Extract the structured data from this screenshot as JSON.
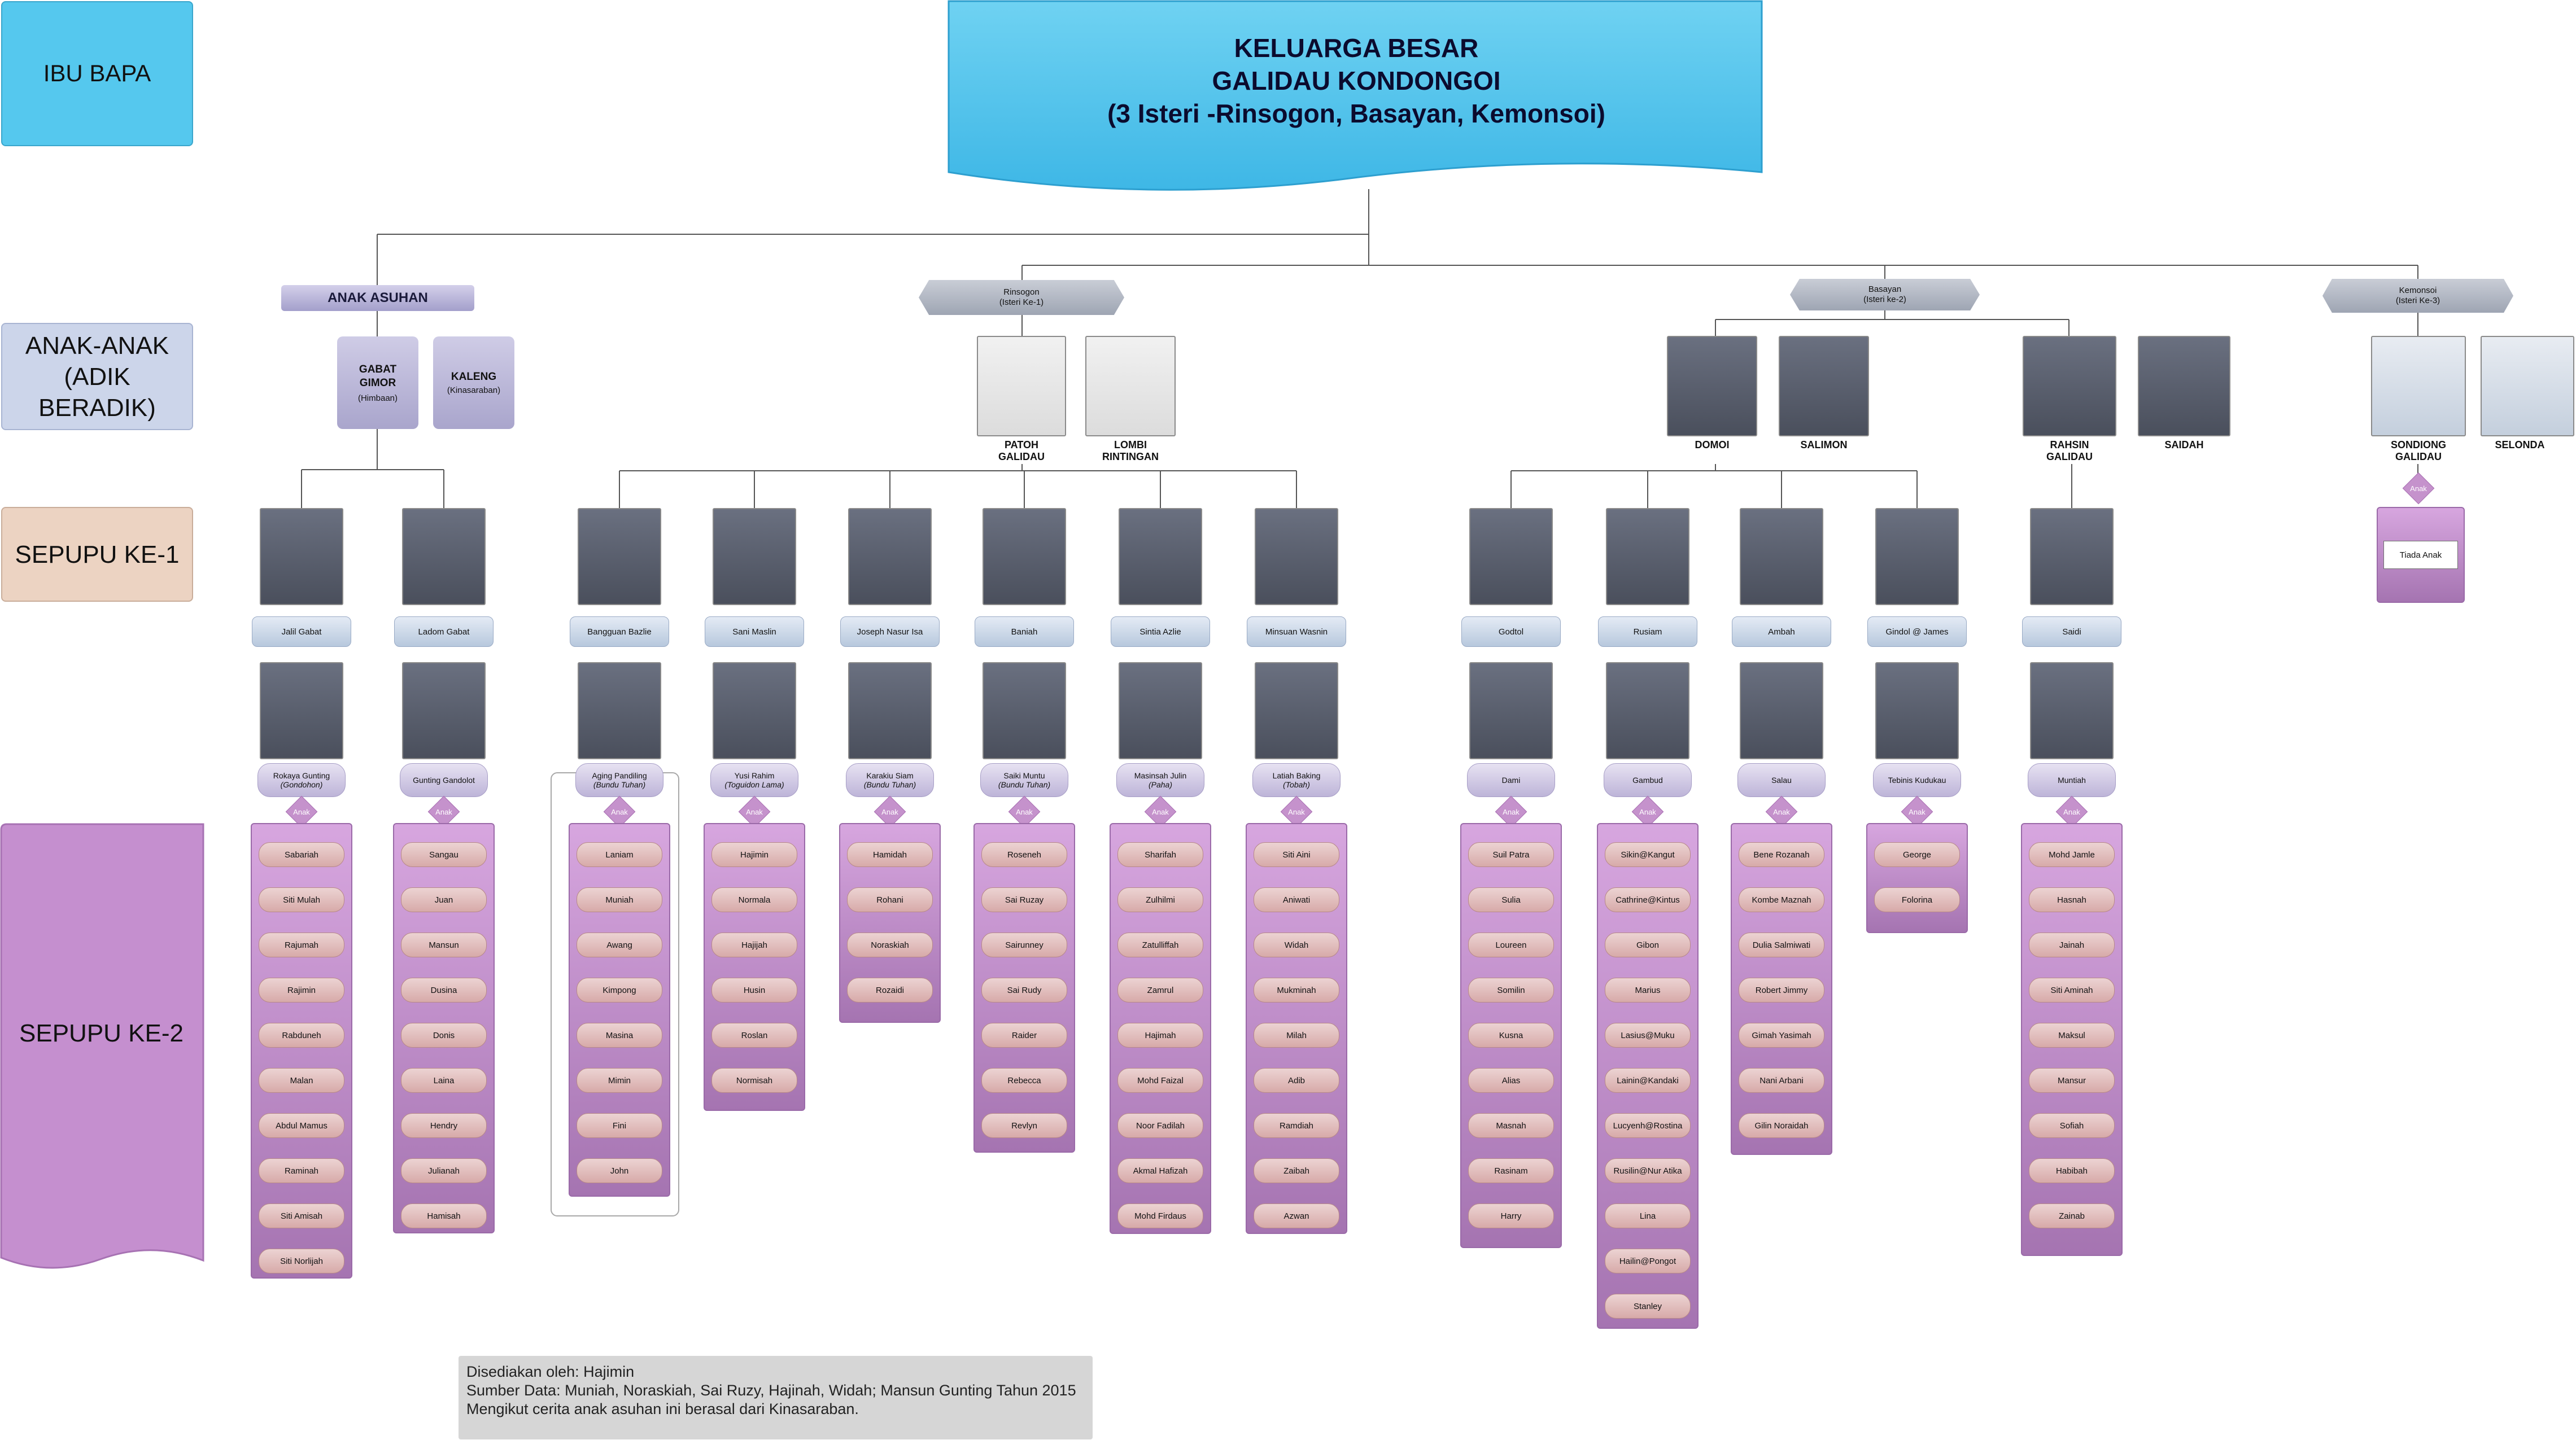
{
  "title": {
    "line1": "KELUARGA BESAR",
    "line2": "GALIDAU KONDONGOI",
    "line3": "(3 Isteri -Rinsogon, Basayan, Kemonsoi)"
  },
  "generation_labels": [
    {
      "text": "IBU BAPA",
      "color": "#55c8ee"
    },
    {
      "text": "ANAK-ANAK\n(ADIK\nBERADIK)",
      "color": "#ccd5ea"
    },
    {
      "text": "SEPUPU KE-1",
      "color": "#ecd3c2"
    },
    {
      "text": "SEPUPU  KE-2",
      "color": "#c58fcf"
    }
  ],
  "wives": [
    {
      "name": "Rinsogon",
      "order": "(Isteri Ke-1)"
    },
    {
      "name": "Basayan",
      "order": "(Isteri ke-2)"
    },
    {
      "name": "Kemonsoi",
      "order": "(Isteri Ke-3)"
    }
  ],
  "anak_asuhan": {
    "label": "ANAK ASUHAN",
    "members": [
      {
        "name": "GABAT\nGIMOR",
        "place": "(Himbaan)"
      },
      {
        "name": "KALENG",
        "place": "(Kinasaraban)"
      }
    ]
  },
  "children": [
    {
      "name": "PATOH\nGALIDAU",
      "photo": "light"
    },
    {
      "name": "LOMBI\nRINTINGAN",
      "photo": "light"
    },
    {
      "name": "DOMOI",
      "photo": "dark"
    },
    {
      "name": "SALIMON",
      "photo": "dark"
    },
    {
      "name": "RAHSIN\nGALIDAU",
      "photo": "dark"
    },
    {
      "name": "SAIDAH",
      "photo": "dark"
    },
    {
      "name": "SONDIONG\nGALIDAU",
      "photo": "hide"
    },
    {
      "name": "SELONDA",
      "photo": "hide"
    }
  ],
  "anak_label": "Anak",
  "families": [
    {
      "name": "Jalil Gabat",
      "spouse": "Rokaya Gunting",
      "spouse_note": "(Gondohon)",
      "kids": [
        "Sabariah",
        "Siti Mulah",
        "Rajumah",
        "Rajimin",
        "Rabduneh",
        "Malan",
        "Abdul Mamus",
        "Raminah",
        "Siti Amisah",
        "Siti Norlijah"
      ]
    },
    {
      "name": "Ladom Gabat",
      "spouse": "Gunting Gandolot",
      "spouse_note": "",
      "kids": [
        "Sangau",
        "Juan",
        "Mansun",
        "Dusina",
        "Donis",
        "Laina",
        "Hendry",
        "Julianah",
        "Hamisah"
      ]
    },
    {
      "name": "Bangguan Bazlie",
      "spouse": "Aging Pandiling",
      "spouse_note": "(Bundu Tuhan)",
      "kids": [
        "Laniam",
        "Muniah",
        "Awang",
        "Kimpong",
        "Masina",
        "Mimin",
        "Fini",
        "John"
      ]
    },
    {
      "name": "Sani Maslin",
      "spouse": "Yusi Rahim",
      "spouse_note": "(Toguidon Lama)",
      "kids": [
        "Hajimin",
        "Normala",
        "Hajijah",
        "Husin",
        "Roslan",
        "Normisah"
      ]
    },
    {
      "name": "Joseph Nasur Isa",
      "spouse": "Karakiu Siam",
      "spouse_note": "(Bundu Tuhan)",
      "kids": [
        "Hamidah",
        "Rohani",
        "Noraskiah",
        "Rozaidi"
      ]
    },
    {
      "name": "Baniah",
      "spouse": "Saiki Muntu",
      "spouse_note": "(Bundu Tuhan)",
      "kids": [
        "Roseneh",
        "Sai Ruzay",
        "Sairunney",
        "Sai Rudy",
        "Raider",
        "Rebecca",
        "Revlyn"
      ]
    },
    {
      "name": "Sintia Azlie",
      "spouse": "Masinsah Julin",
      "spouse_note": "(Paha)",
      "kids": [
        "Sharifah",
        "Zulhilmi",
        "Zatulliffah",
        "Zamrul",
        "Hajimah",
        "Mohd Faizal",
        "Noor Fadilah",
        "Akmal Hafizah",
        "Mohd Firdaus"
      ]
    },
    {
      "name": "Minsuan Wasnin",
      "spouse": "Latiah Baking",
      "spouse_note": "(Tobah)",
      "kids": [
        "Siti Aini",
        "Aniwati",
        "Widah",
        "Mukminah",
        "Milah",
        "Adib",
        "Ramdiah",
        "Zaibah",
        "Azwan"
      ]
    },
    {
      "name": "Godtol",
      "spouse": "Dami",
      "spouse_note": "",
      "kids": [
        "Suil Patra",
        "Sulia",
        "Loureen",
        "Somilin",
        "Kusna",
        "Alias",
        "Masnah",
        "Rasinam",
        "Harry"
      ]
    },
    {
      "name": "Rusiam",
      "spouse": "Gambud",
      "spouse_note": "",
      "kids": [
        "Sikin@Kangut",
        "Cathrine@Kintus",
        "Gibon",
        "Marius",
        "Lasius@Muku",
        "Lainin@Kandaki",
        "Lucyenh@Rostina",
        "Rusilin@Nur Atika",
        "Lina",
        "Hailin@Pongot",
        "Stanley"
      ]
    },
    {
      "name": "Ambah",
      "spouse": "Salau",
      "spouse_note": "",
      "kids": [
        "Bene Rozanah",
        "Kombe Maznah",
        "Dulia Salmiwati",
        "Robert Jimmy",
        "Gimah Yasimah",
        "Nani Arbani",
        "Gilin Noraidah"
      ]
    },
    {
      "name": "Gindol @ James",
      "spouse": "Tebinis Kudukau",
      "spouse_note": "",
      "kids": [
        "George",
        "Folorina"
      ]
    },
    {
      "name": "Saidi",
      "spouse": "Muntiah",
      "spouse_note": "",
      "kids": [
        "Mohd Jamle",
        "Hasnah",
        "Jainah",
        "Siti Aminah",
        "Maksul",
        "Mansur",
        "Sofiah",
        "Habibah",
        "Zainab"
      ]
    }
  ],
  "sondiong_note": "Tiada Anak",
  "notes": {
    "line1": "Disediakan oleh: Hajimin",
    "line2": "Sumber Data: Muniah, Noraskiah, Sai Ruzy, Hajinah, Widah; Mansun Gunting Tahun 2015",
    "line3": "Mengikut cerita anak asuhan ini berasal dari Kinasaraban."
  }
}
